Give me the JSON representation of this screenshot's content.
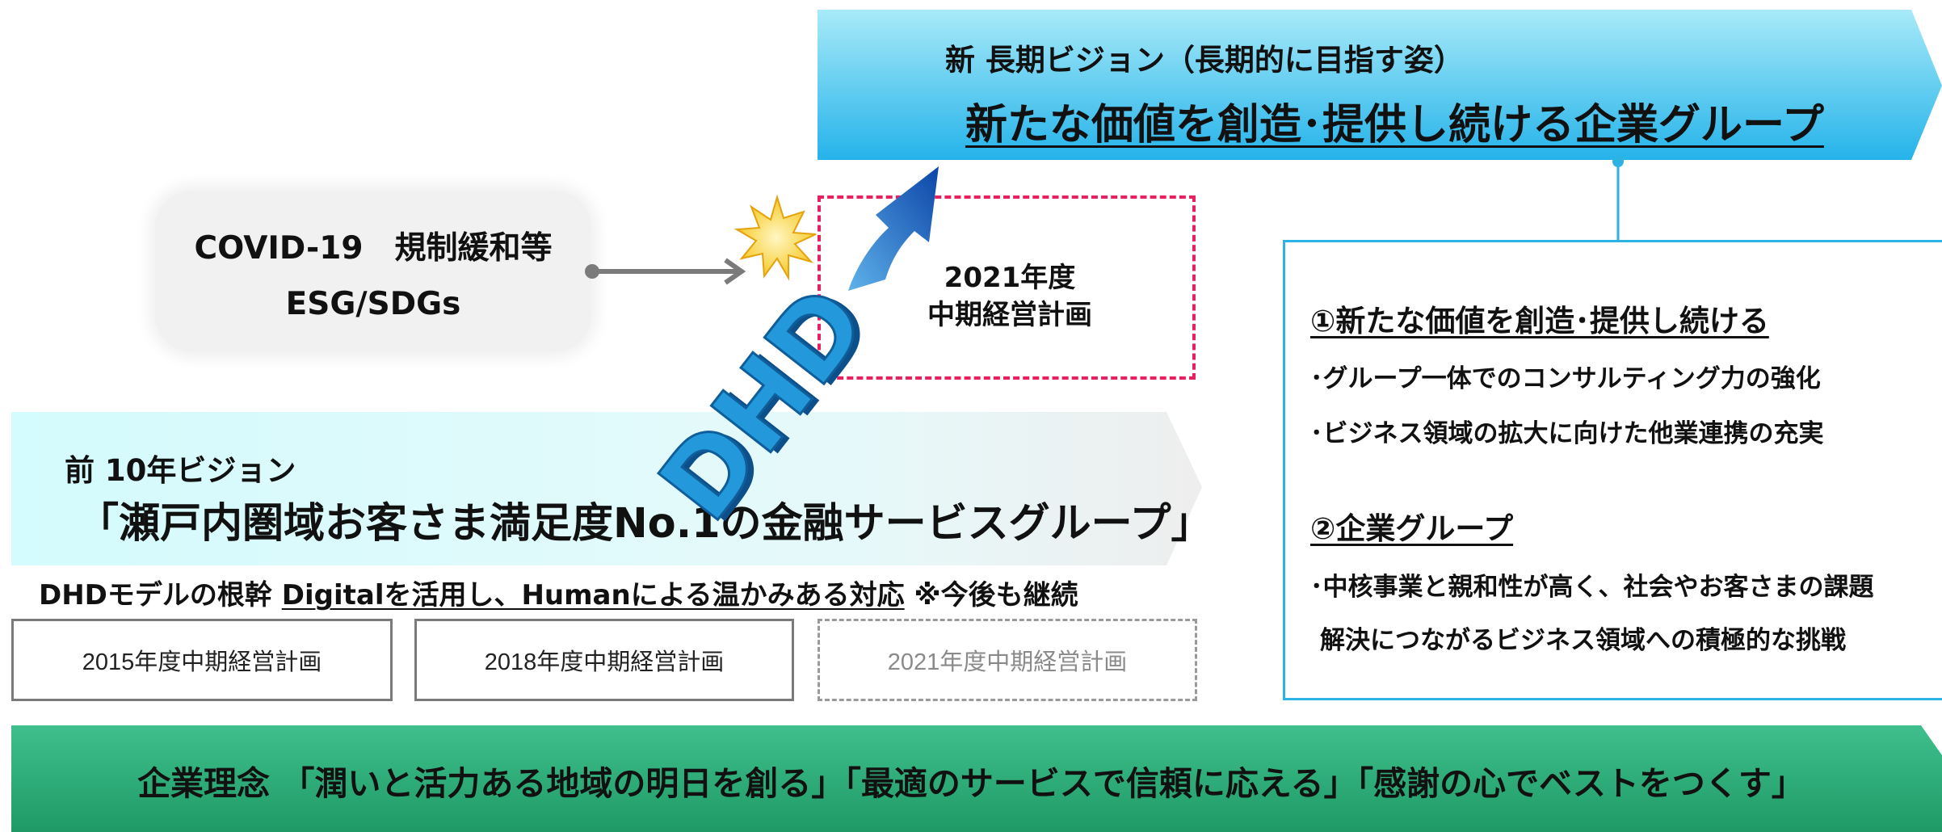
{
  "colors": {
    "vision_banner_light": "#a8eaf8",
    "vision_banner_dark": "#25b3ea",
    "prev_banner_light": "#d4fbfd",
    "prev_banner_end": "#eeeeee",
    "philosophy_light": "#3fbf8c",
    "philosophy_dark": "#1f9a66",
    "accent_blue": "#2eb2e4",
    "dashed_pink": "#e8205f",
    "dhd_blue": "#1f8fd0"
  },
  "vision": {
    "subtitle": "新 長期ビジョン（長期的に目指す姿）",
    "title": "新たな価値を創造･提供し続ける企業グループ"
  },
  "trends": {
    "line1": "COVID-19　規制緩和等",
    "line2": "ESG/SDGs"
  },
  "logo": {
    "text": "DHD"
  },
  "plan_2021": {
    "year": "2021年度",
    "name": "中期経営計画"
  },
  "previous_vision": {
    "subtitle": "前 10年ビジョン",
    "title": "「瀬戸内圏域お客さま満足度No.1の金融サービスグループ」"
  },
  "dhd_model": {
    "prefix": "DHDモデルの根幹 ",
    "underlined": "Digitalを活用し、Humanによる温かみある対応",
    "suffix": " ※今後も継続"
  },
  "plans": [
    "2015年度中期経営計画",
    "2018年度中期経営計画",
    "2021年度中期経営計画"
  ],
  "goals": {
    "heading1": "①新たな価値を創造･提供し続ける",
    "items1": [
      "･グループ一体でのコンサルティング力の強化",
      "･ビジネス領域の拡大に向けた他業連携の充実"
    ],
    "heading2": "②企業グループ",
    "items2": [
      "･中核事業と親和性が高く、社会やお客さまの課題",
      "解決につながるビジネス領域への積極的な挑戦"
    ]
  },
  "philosophy": {
    "text": "企業理念 「潤いと活力ある地域の明日を創る」「最適のサービスで信頼に応える」「感謝の心でベストをつくす」"
  }
}
